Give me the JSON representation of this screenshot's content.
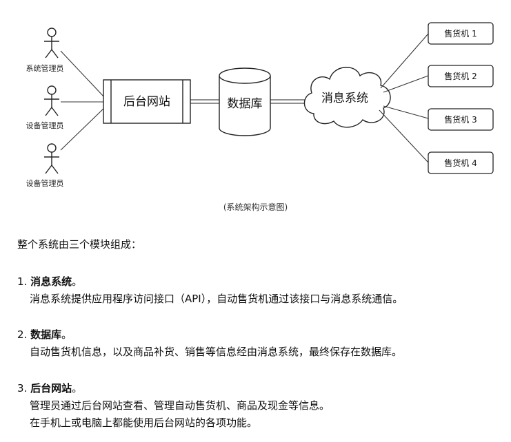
{
  "diagram": {
    "actors": [
      {
        "label": "系统管理员"
      },
      {
        "label": "设备管理员"
      },
      {
        "label": "设备管理员"
      }
    ],
    "website": "后台网站",
    "database": "数据库",
    "messaging": "消息系统",
    "machines": [
      {
        "label": "售货机 1"
      },
      {
        "label": "售货机 2"
      },
      {
        "label": "售货机 3"
      },
      {
        "label": "售货机 4"
      }
    ],
    "caption": "(系统架构示意图)"
  },
  "content": {
    "intro": "整个系统由三个模块组成：",
    "sections": [
      {
        "number": "1.",
        "title": "消息系统",
        "suffix": "。",
        "lines": [
          "消息系统提供应用程序访问接口（API），自动售货机通过该接口与消息系统通信。"
        ]
      },
      {
        "number": "2.",
        "title": "数据库",
        "suffix": "。",
        "lines": [
          "自动售货机信息，以及商品补货、销售等信息经由消息系统，最终保存在数据库。"
        ]
      },
      {
        "number": "3.",
        "title": "后台网站",
        "suffix": "。",
        "lines": [
          "管理员通过后台网站查看、管理自动售货机、商品及现金等信息。",
          "在手机上或电脑上都能使用后台网站的各项功能。"
        ]
      }
    ]
  }
}
